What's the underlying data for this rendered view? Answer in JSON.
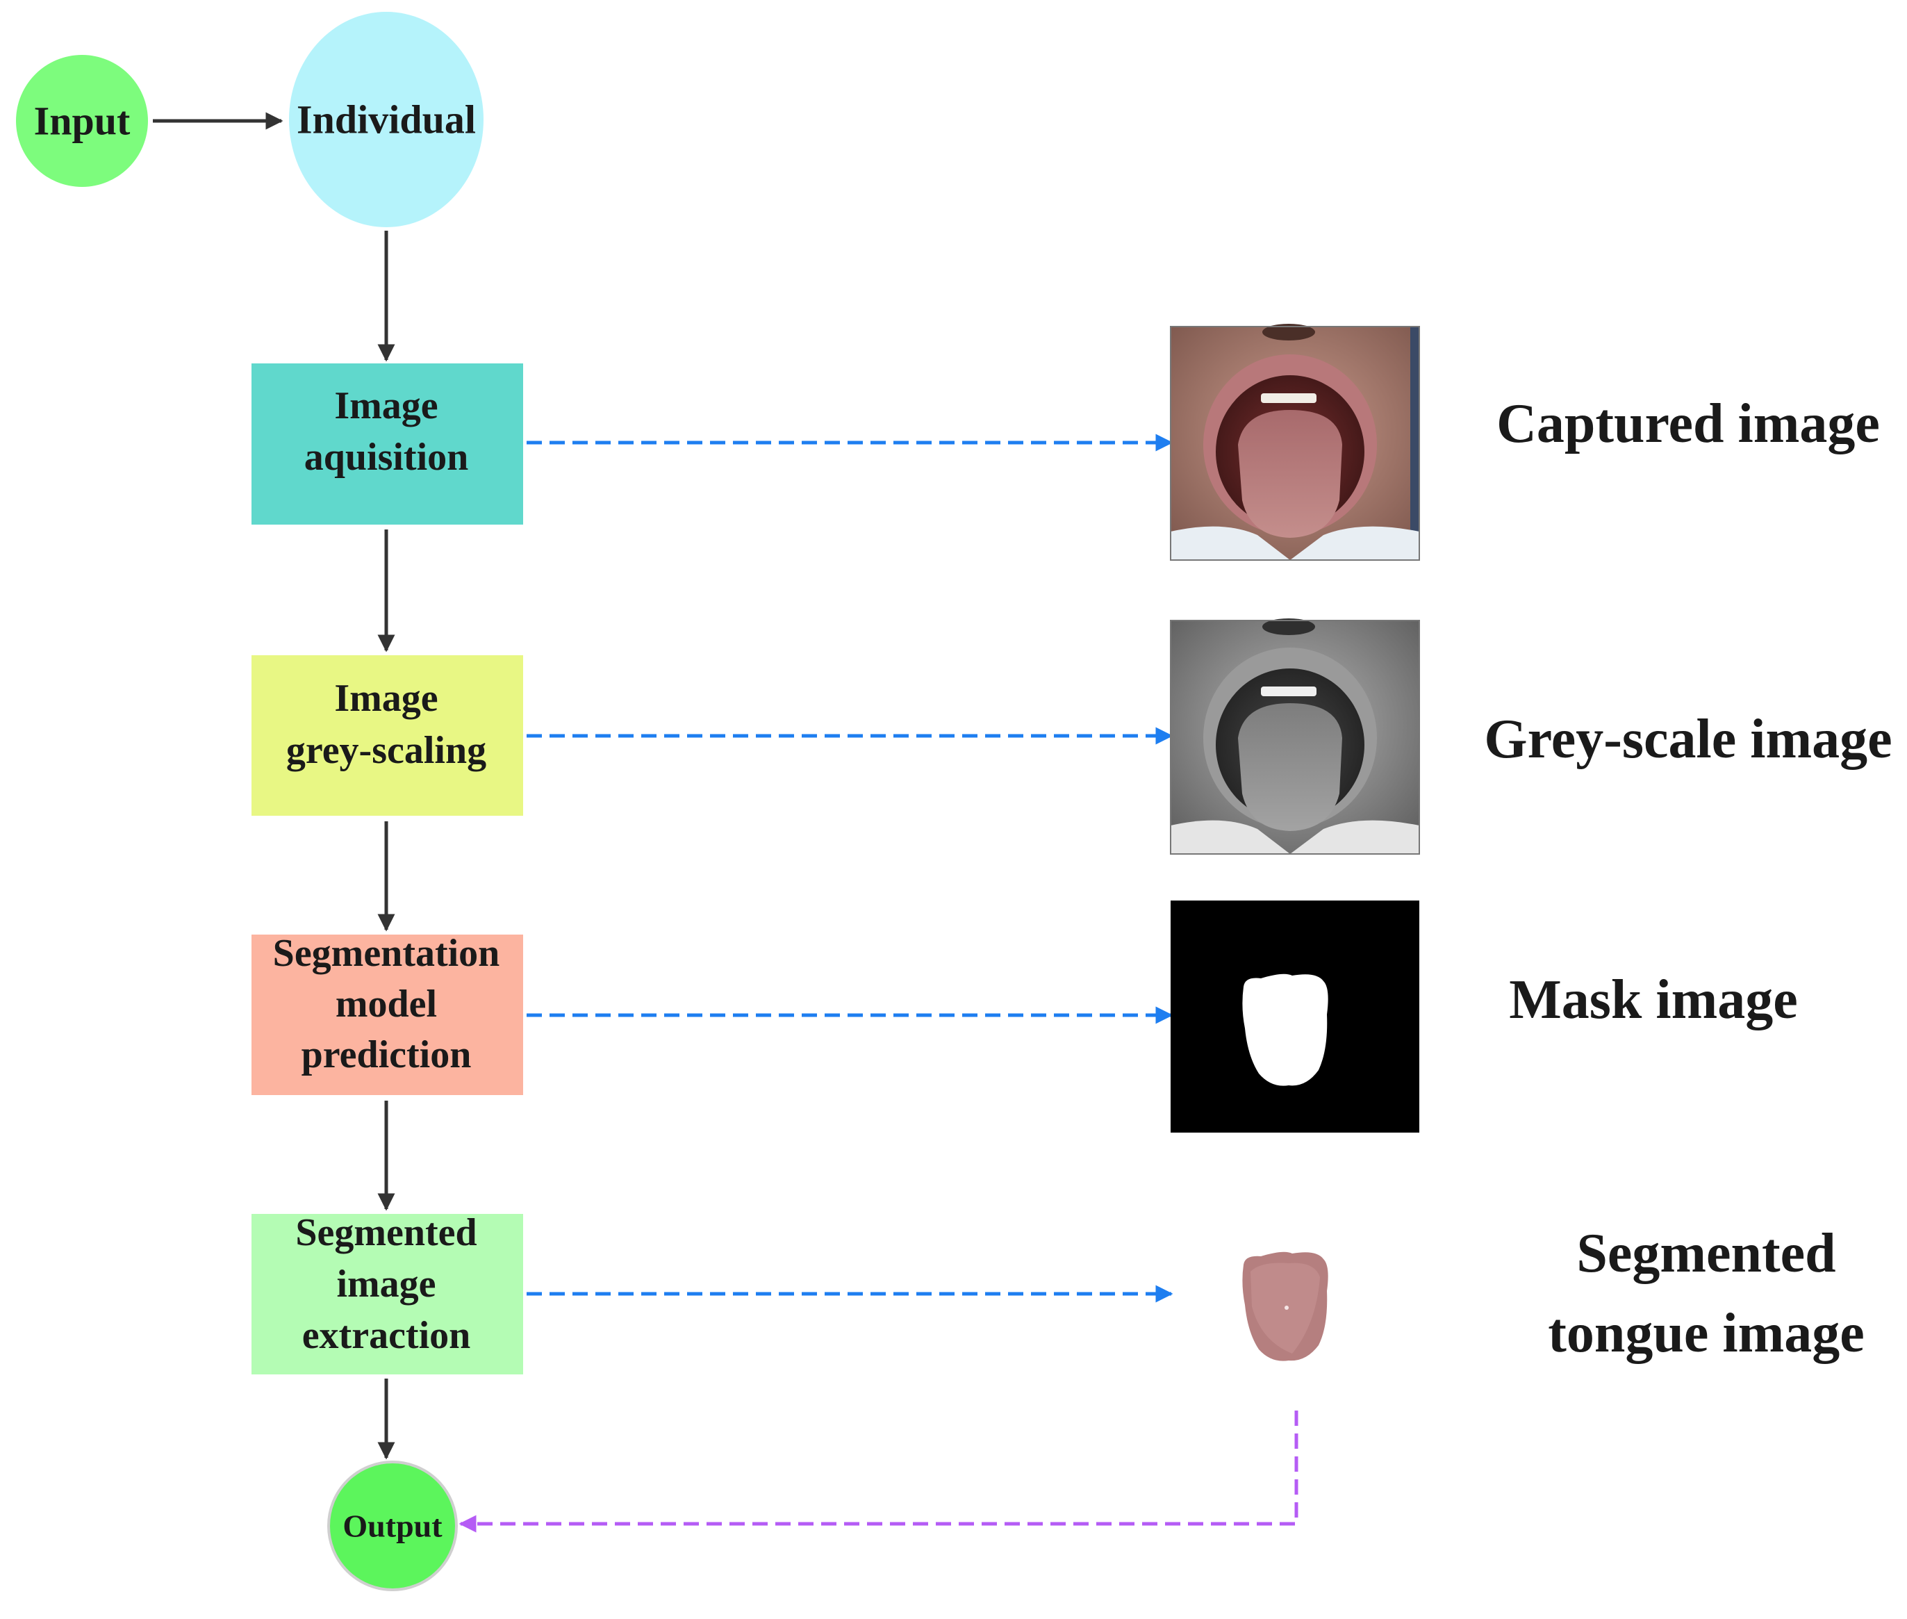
{
  "nodes": {
    "input": {
      "label": "Input",
      "fill": "#7dfc7d"
    },
    "individual": {
      "label": "Individual",
      "fill": "#b5f3fb"
    },
    "acquisition": {
      "lines": [
        "Image",
        "aquisition"
      ],
      "fill": "#60d8cc"
    },
    "greyscaling": {
      "lines": [
        "Image",
        "grey-scaling"
      ],
      "fill": "#e8f784"
    },
    "segmentation": {
      "lines": [
        "Segmentation",
        "model",
        "prediction"
      ],
      "fill": "#fcb4a0"
    },
    "extraction": {
      "lines": [
        "Segmented",
        "image",
        "extraction"
      ],
      "fill": "#b4fcb4"
    },
    "output": {
      "label": "Output",
      "fill": "#5cf55c"
    }
  },
  "captions": {
    "captured": "Captured image",
    "greyscale": "Grey-scale image",
    "mask": "Mask image",
    "segmented": [
      "Segmented",
      "tongue image"
    ]
  },
  "colors": {
    "flow_arrow": "#333333",
    "dashed_arrow": "#1e7ef0",
    "output_arrow": "#b55cf5",
    "mask_background": "#000000",
    "mask_foreground": "#ffffff"
  },
  "images": {
    "captured": "color-tongue-photo",
    "greyscale": "greyscale-tongue-photo",
    "mask": "binary-mask",
    "segmented": "segmented-tongue-cutout"
  }
}
